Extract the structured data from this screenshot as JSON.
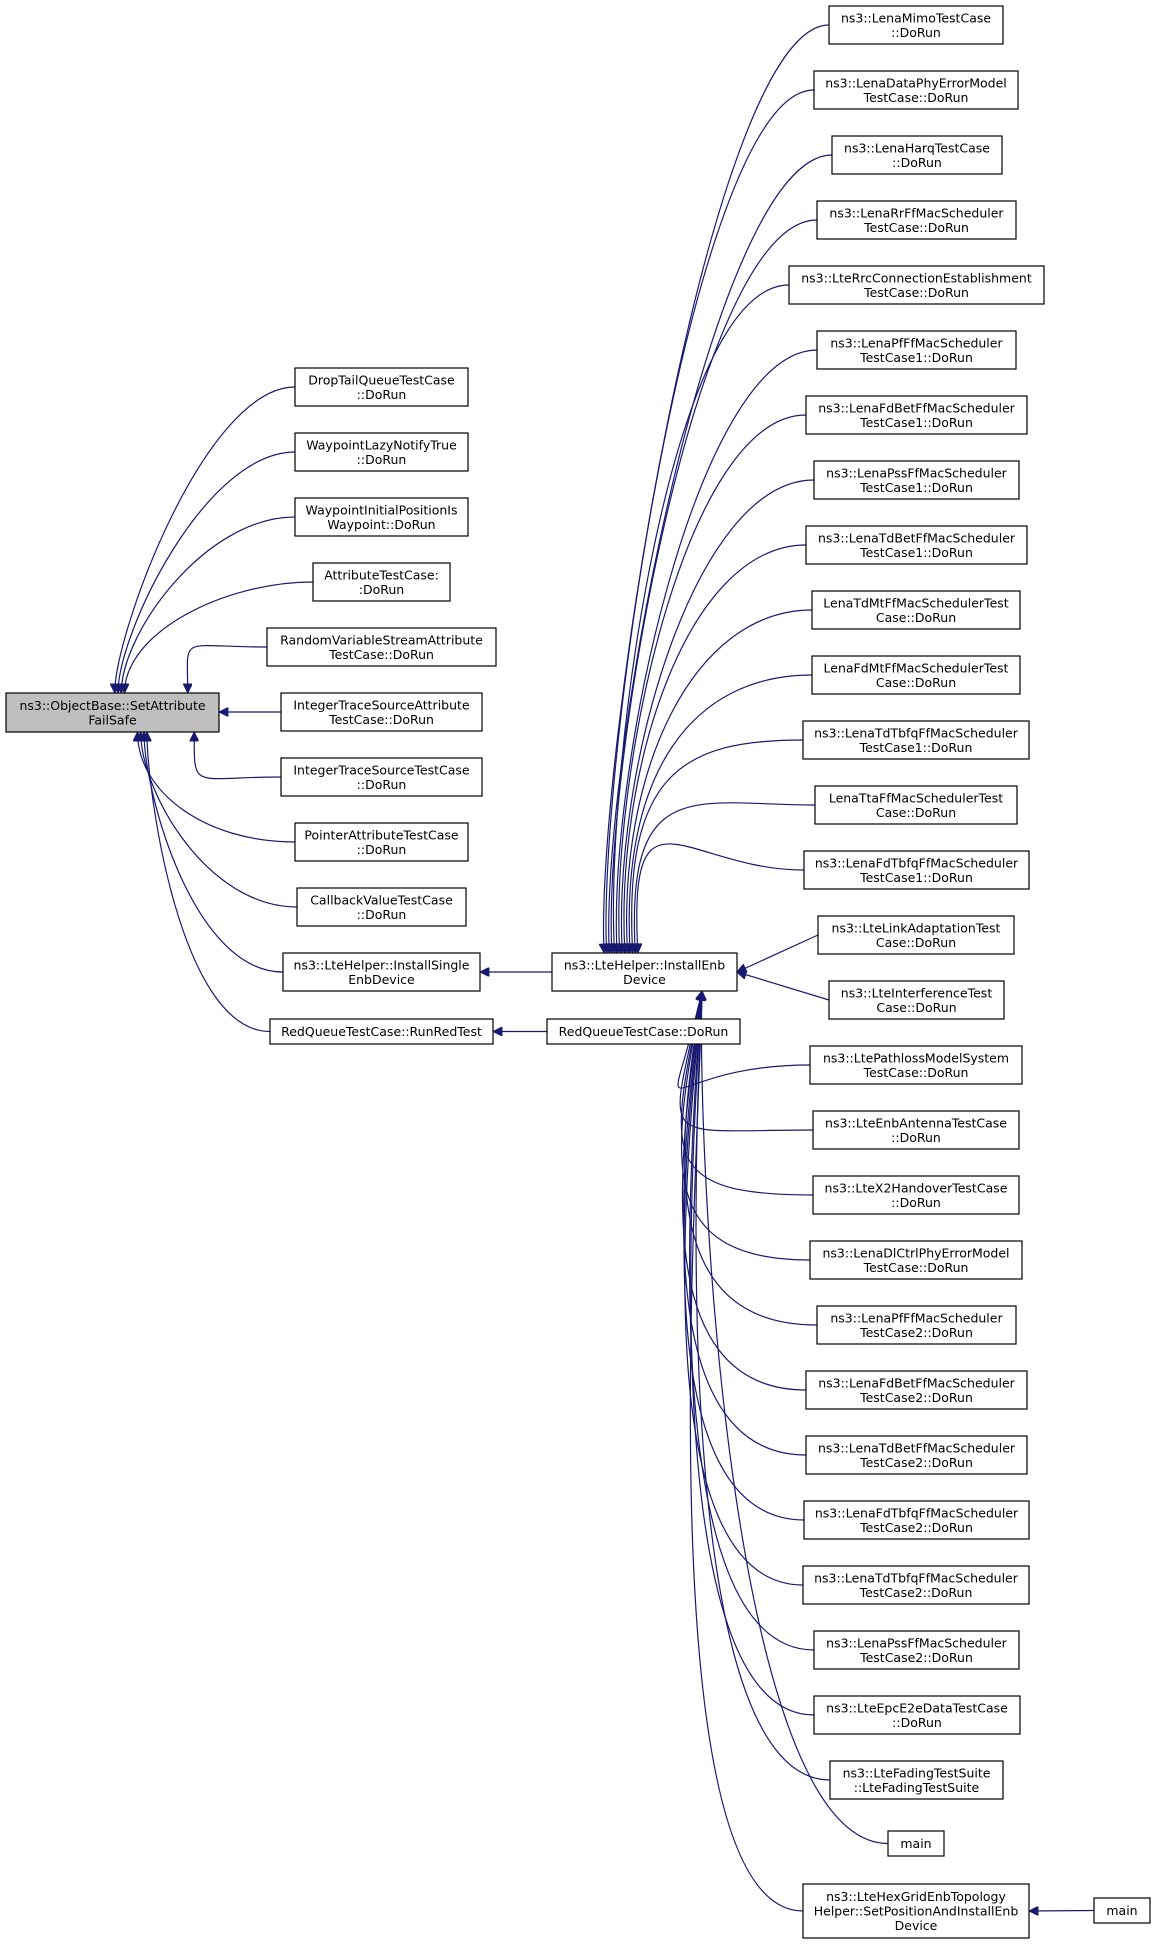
{
  "nodes": [
    {
      "id": "root",
      "lines": [
        "ns3::ObjectBase::SetAttribute",
        "FailSafe"
      ],
      "root": true
    },
    {
      "id": "droptail",
      "lines": [
        "DropTailQueueTestCase",
        "::DoRun"
      ]
    },
    {
      "id": "waypointlazy",
      "lines": [
        "WaypointLazyNotifyTrue",
        "::DoRun"
      ]
    },
    {
      "id": "waypointinit",
      "lines": [
        "WaypointInitialPositionIs",
        "Waypoint::DoRun"
      ]
    },
    {
      "id": "attributetest",
      "lines": [
        "AttributeTestCase:",
        ":DoRun"
      ]
    },
    {
      "id": "randomvar",
      "lines": [
        "RandomVariableStreamAttribute",
        "TestCase::DoRun"
      ]
    },
    {
      "id": "inttraceattr",
      "lines": [
        "IntegerTraceSourceAttribute",
        "TestCase::DoRun"
      ]
    },
    {
      "id": "inttrace",
      "lines": [
        "IntegerTraceSourceTestCase",
        "::DoRun"
      ]
    },
    {
      "id": "pointerattr",
      "lines": [
        "PointerAttributeTestCase",
        "::DoRun"
      ]
    },
    {
      "id": "callbackval",
      "lines": [
        "CallbackValueTestCase",
        "::DoRun"
      ]
    },
    {
      "id": "installsingle",
      "lines": [
        "ns3::LteHelper::InstallSingle",
        "EnbDevice"
      ]
    },
    {
      "id": "runredtest",
      "lines": [
        "RedQueueTestCase::RunRedTest"
      ]
    },
    {
      "id": "installenb",
      "lines": [
        "ns3::LteHelper::InstallEnb",
        "Device"
      ]
    },
    {
      "id": "redqueuedorun",
      "lines": [
        "RedQueueTestCase::DoRun"
      ]
    },
    {
      "id": "c1",
      "lines": [
        "ns3::LenaMimoTestCase",
        "::DoRun"
      ]
    },
    {
      "id": "c2",
      "lines": [
        "ns3::LenaDataPhyErrorModel",
        "TestCase::DoRun"
      ]
    },
    {
      "id": "c3",
      "lines": [
        "ns3::LenaHarqTestCase",
        "::DoRun"
      ]
    },
    {
      "id": "c4",
      "lines": [
        "ns3::LenaRrFfMacScheduler",
        "TestCase::DoRun"
      ]
    },
    {
      "id": "c5",
      "lines": [
        "ns3::LteRrcConnectionEstablishment",
        "TestCase::DoRun"
      ]
    },
    {
      "id": "c6",
      "lines": [
        "ns3::LenaPfFfMacScheduler",
        "TestCase1::DoRun"
      ]
    },
    {
      "id": "c7",
      "lines": [
        "ns3::LenaFdBetFfMacScheduler",
        "TestCase1::DoRun"
      ]
    },
    {
      "id": "c8",
      "lines": [
        "ns3::LenaPssFfMacScheduler",
        "TestCase1::DoRun"
      ]
    },
    {
      "id": "c9",
      "lines": [
        "ns3::LenaTdBetFfMacScheduler",
        "TestCase1::DoRun"
      ]
    },
    {
      "id": "c10",
      "lines": [
        "LenaTdMtFfMacSchedulerTest",
        "Case::DoRun"
      ]
    },
    {
      "id": "c11",
      "lines": [
        "LenaFdMtFfMacSchedulerTest",
        "Case::DoRun"
      ]
    },
    {
      "id": "c12",
      "lines": [
        "ns3::LenaTdTbfqFfMacScheduler",
        "TestCase1::DoRun"
      ]
    },
    {
      "id": "c13",
      "lines": [
        "LenaTtaFfMacSchedulerTest",
        "Case::DoRun"
      ]
    },
    {
      "id": "c14",
      "lines": [
        "ns3::LenaFdTbfqFfMacScheduler",
        "TestCase1::DoRun"
      ]
    },
    {
      "id": "c15",
      "lines": [
        "ns3::LteLinkAdaptationTest",
        "Case::DoRun"
      ]
    },
    {
      "id": "c16",
      "lines": [
        "ns3::LteInterferenceTest",
        "Case::DoRun"
      ]
    },
    {
      "id": "c17",
      "lines": [
        "ns3::LtePathlossModelSystem",
        "TestCase::DoRun"
      ]
    },
    {
      "id": "c18",
      "lines": [
        "ns3::LteEnbAntennaTestCase",
        "::DoRun"
      ]
    },
    {
      "id": "c19",
      "lines": [
        "ns3::LteX2HandoverTestCase",
        "::DoRun"
      ]
    },
    {
      "id": "c20",
      "lines": [
        "ns3::LenaDlCtrlPhyErrorModel",
        "TestCase::DoRun"
      ]
    },
    {
      "id": "c21",
      "lines": [
        "ns3::LenaPfFfMacScheduler",
        "TestCase2::DoRun"
      ]
    },
    {
      "id": "c22",
      "lines": [
        "ns3::LenaFdBetFfMacScheduler",
        "TestCase2::DoRun"
      ]
    },
    {
      "id": "c23",
      "lines": [
        "ns3::LenaTdBetFfMacScheduler",
        "TestCase2::DoRun"
      ]
    },
    {
      "id": "c24",
      "lines": [
        "ns3::LenaFdTbfqFfMacScheduler",
        "TestCase2::DoRun"
      ]
    },
    {
      "id": "c25",
      "lines": [
        "ns3::LenaTdTbfqFfMacScheduler",
        "TestCase2::DoRun"
      ]
    },
    {
      "id": "c26",
      "lines": [
        "ns3::LenaPssFfMacScheduler",
        "TestCase2::DoRun"
      ]
    },
    {
      "id": "c27",
      "lines": [
        "ns3::LteEpcE2eDataTestCase",
        "::DoRun"
      ]
    },
    {
      "id": "c28",
      "lines": [
        "ns3::LteFadingTestSuite",
        "::LteFadingTestSuite"
      ]
    },
    {
      "id": "c29",
      "lines": [
        "main"
      ]
    },
    {
      "id": "c30",
      "lines": [
        "ns3::LteHexGridEnbTopology",
        "Helper::SetPositionAndInstallEnb",
        "Device"
      ]
    },
    {
      "id": "main2",
      "lines": [
        "main"
      ]
    }
  ],
  "edges": [
    [
      "root",
      "droptail"
    ],
    [
      "root",
      "waypointlazy"
    ],
    [
      "root",
      "waypointinit"
    ],
    [
      "root",
      "attributetest"
    ],
    [
      "root",
      "randomvar"
    ],
    [
      "root",
      "inttraceattr"
    ],
    [
      "root",
      "inttrace"
    ],
    [
      "root",
      "pointerattr"
    ],
    [
      "root",
      "callbackval"
    ],
    [
      "root",
      "installsingle"
    ],
    [
      "root",
      "runredtest"
    ],
    [
      "installsingle",
      "installenb"
    ],
    [
      "runredtest",
      "redqueuedorun"
    ],
    [
      "installenb",
      "c1"
    ],
    [
      "installenb",
      "c2"
    ],
    [
      "installenb",
      "c3"
    ],
    [
      "installenb",
      "c4"
    ],
    [
      "installenb",
      "c5"
    ],
    [
      "installenb",
      "c6"
    ],
    [
      "installenb",
      "c7"
    ],
    [
      "installenb",
      "c8"
    ],
    [
      "installenb",
      "c9"
    ],
    [
      "installenb",
      "c10"
    ],
    [
      "installenb",
      "c11"
    ],
    [
      "installenb",
      "c12"
    ],
    [
      "installenb",
      "c13"
    ],
    [
      "installenb",
      "c14"
    ],
    [
      "installenb",
      "c15"
    ],
    [
      "installenb",
      "c16"
    ],
    [
      "installenb",
      "c17"
    ],
    [
      "installenb",
      "c18"
    ],
    [
      "installenb",
      "c19"
    ],
    [
      "installenb",
      "c20"
    ],
    [
      "installenb",
      "c21"
    ],
    [
      "installenb",
      "c22"
    ],
    [
      "installenb",
      "c23"
    ],
    [
      "installenb",
      "c24"
    ],
    [
      "installenb",
      "c25"
    ],
    [
      "installenb",
      "c26"
    ],
    [
      "installenb",
      "c27"
    ],
    [
      "installenb",
      "c28"
    ],
    [
      "installenb",
      "c29"
    ],
    [
      "installenb",
      "c30"
    ],
    [
      "c30",
      "main2"
    ]
  ]
}
